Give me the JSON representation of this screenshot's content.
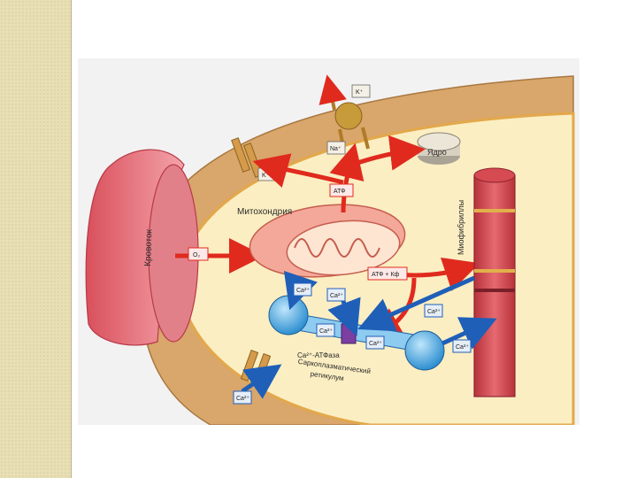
{
  "labels": {
    "atp": "АТФ",
    "mitochondria": "Митохондрия",
    "nucleus": "Ядро",
    "myofibrils": "Миофибриллы",
    "blood": "Кровоток",
    "o2": "O₂",
    "atp_cp": "АТФ + Кф",
    "k_top": "K⁺",
    "na": "Na⁺",
    "k_left": "K⁺",
    "ca_atpase": "Ca²⁺-АТФаза",
    "sr_line1": "Саркоплазматический",
    "sr_line2": "ретикулум",
    "ca_1": "Ca²⁺",
    "ca_2": "Ca²⁺",
    "ca_3": "Ca²⁺",
    "ca_4": "Ca²⁺",
    "ca_5": "Ca²⁺",
    "ca_6": "Ca²⁺",
    "ca_7": "Ca²⁺"
  },
  "colors": {
    "strip": "#e9dfb4",
    "membrane": "#d9a66b",
    "cytoplasm": "#fbeec2",
    "red_arrow": "#e02a1e",
    "blue_arrow": "#1f5fb8",
    "sr_blue": "#49aee6",
    "myofibril": "#d64a52",
    "blood": "#ea7a84"
  }
}
